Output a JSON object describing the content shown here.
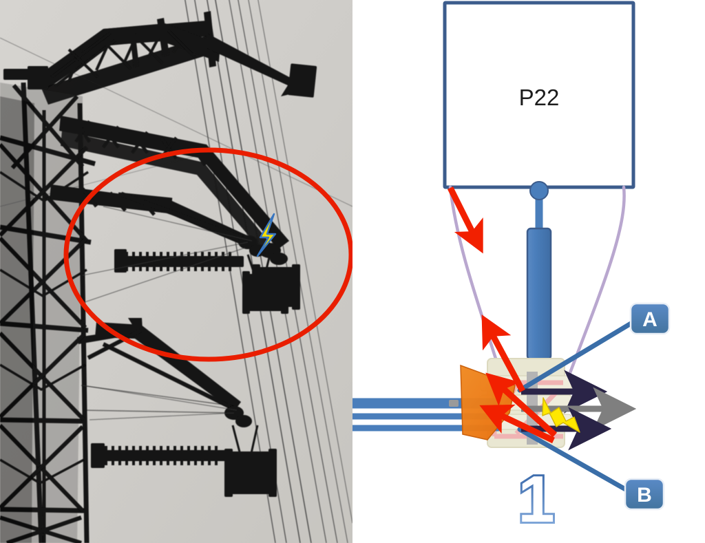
{
  "figure": {
    "title": "Transmission tower insulator string detail with schematic",
    "panels": [
      {
        "id": "photo",
        "kind": "photograph",
        "caption": ""
      },
      {
        "id": "diagram",
        "kind": "schematic",
        "caption": ""
      }
    ]
  },
  "photo_panel": {
    "subject": "electricity-pylon",
    "annotations": {
      "highlight_ellipse": {
        "shape": "ellipse",
        "color": "#f22000",
        "stroke_width": 7
      },
      "lightning_marker": {
        "shape": "lightning-bolt",
        "fill": "#ffe800",
        "stroke": "#3a7ac8"
      }
    },
    "elements": [
      {
        "name": "lattice-tower",
        "color": "#111111"
      },
      {
        "name": "conductor-lines",
        "count": 8,
        "color": "#3a3a3a"
      },
      {
        "name": "insulator-string-upper"
      },
      {
        "name": "insulator-string-middle"
      },
      {
        "name": "insulator-string-lower"
      },
      {
        "name": "spacer-damper-upper"
      },
      {
        "name": "spacer-damper-middle"
      },
      {
        "name": "spacer-damper-lower"
      },
      {
        "name": "sky-background",
        "color": "#d9d7d4"
      }
    ]
  },
  "diagram_panel": {
    "device_label": "P22",
    "callouts": [
      {
        "id": "A",
        "label": "A",
        "badge_color": "#4a7ebb",
        "text_color": "#ffffff"
      },
      {
        "id": "B",
        "label": "B",
        "badge_color": "#4a7ebb",
        "text_color": "#ffffff"
      }
    ],
    "step_number": "1",
    "colors": {
      "box_stroke": "#3c5c8c",
      "box_fill": "#ffffff",
      "component_blue": "#4a7ebb",
      "incoming_line_blue": "#4a7ebb",
      "leader_blue": "#3a6ea8",
      "purple_cable": "#b9a7cf",
      "red_arrow": "#f22000",
      "orange_wedge": "#ef7b18",
      "navy_arrow": "#2a2447",
      "gray_arrow": "#7f7f7f",
      "pink_frame": "#f0b3b3",
      "beige_body": "#e9e7d2",
      "lightning_yellow": "#ffe800",
      "numeral_stroke_dark": "#2e5fa3",
      "numeral_stroke_light": "#8fb4e3"
    },
    "parts": [
      {
        "name": "enclosure-box",
        "label": "P22"
      },
      {
        "name": "bushing-terminal-ball"
      },
      {
        "name": "vertical-blue-cylinder"
      },
      {
        "name": "terminal-block-assembly"
      },
      {
        "name": "orange-wedge-highlight"
      },
      {
        "name": "incoming-conductors",
        "count": 4
      },
      {
        "name": "outgoing-arrow-top",
        "color": "#2a2447"
      },
      {
        "name": "outgoing-arrow-middle",
        "color": "#7f7f7f"
      },
      {
        "name": "outgoing-arrow-bottom",
        "color": "#2a2447"
      },
      {
        "name": "purple-cable-left"
      },
      {
        "name": "purple-cable-right"
      },
      {
        "name": "red-direction-arrow-up"
      },
      {
        "name": "red-direction-arrow-down"
      },
      {
        "name": "red-direction-arrow-inward-upper"
      },
      {
        "name": "red-direction-arrow-inward-lower"
      },
      {
        "name": "lightning-bolt-marker"
      }
    ]
  }
}
